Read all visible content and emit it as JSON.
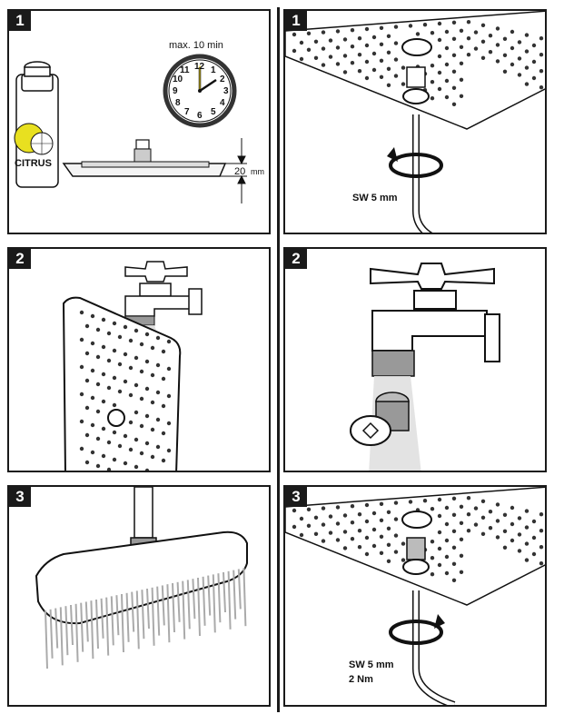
{
  "steps": {
    "p1": "1",
    "p2": "1",
    "p3": "2",
    "p4": "2",
    "p5": "3",
    "p6": "3"
  },
  "panel1": {
    "clock_caption": "max. 10 min",
    "clock_numbers": [
      "12",
      "1",
      "2",
      "3",
      "4",
      "5",
      "6",
      "7",
      "8",
      "9",
      "10",
      "11"
    ],
    "bottle_label": "CITRUS",
    "depth_value": "20",
    "depth_unit": "mm"
  },
  "panel2": {
    "wrench_label": "SW 5 mm"
  },
  "panel6": {
    "wrench_label": "SW 5 mm",
    "torque_label": "2 Nm"
  }
}
